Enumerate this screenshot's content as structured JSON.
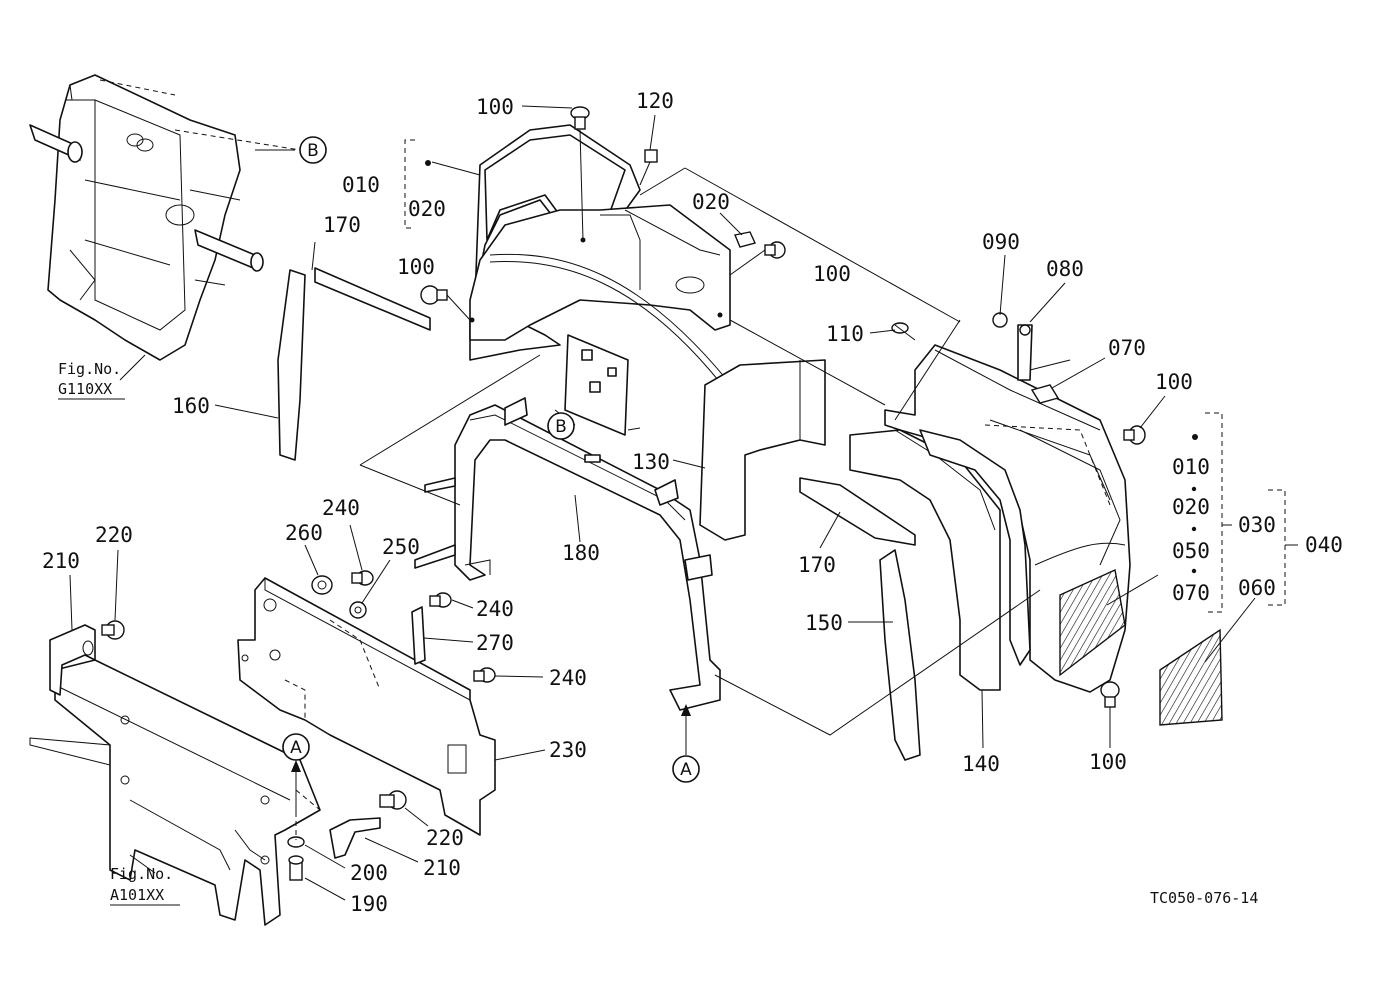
{
  "drawing_code": "TC050-076-14",
  "fig_refs": {
    "top_left": [
      "Fig.No.",
      "G110XX"
    ],
    "bottom_left": [
      "Fig.No.",
      "A101XX"
    ]
  },
  "circle_refs": {
    "a": "A",
    "b": "B"
  },
  "labels": {
    "p100a": "100",
    "p120": "120",
    "p010a": "010",
    "p020a": "020",
    "p020b": "020",
    "p100b": "100",
    "p100c": "100",
    "p170a": "170",
    "p160": "160",
    "p090": "090",
    "p080": "080",
    "p070a": "070",
    "p110": "110",
    "p100d": "100",
    "p130": "130",
    "p010b": "010",
    "p020c": "020",
    "p050": "050",
    "p070b": "070",
    "p030": "030",
    "p040": "040",
    "p060": "060",
    "p170b": "170",
    "p150": "150",
    "p140": "140",
    "p100e": "100",
    "p180": "180",
    "p240a": "240",
    "p260": "260",
    "p250": "250",
    "p210a": "210",
    "p220a": "220",
    "p240b": "240",
    "p270": "270",
    "p240c": "240",
    "p230": "230",
    "p220b": "220",
    "p210b": "210",
    "p200": "200",
    "p190": "190"
  }
}
